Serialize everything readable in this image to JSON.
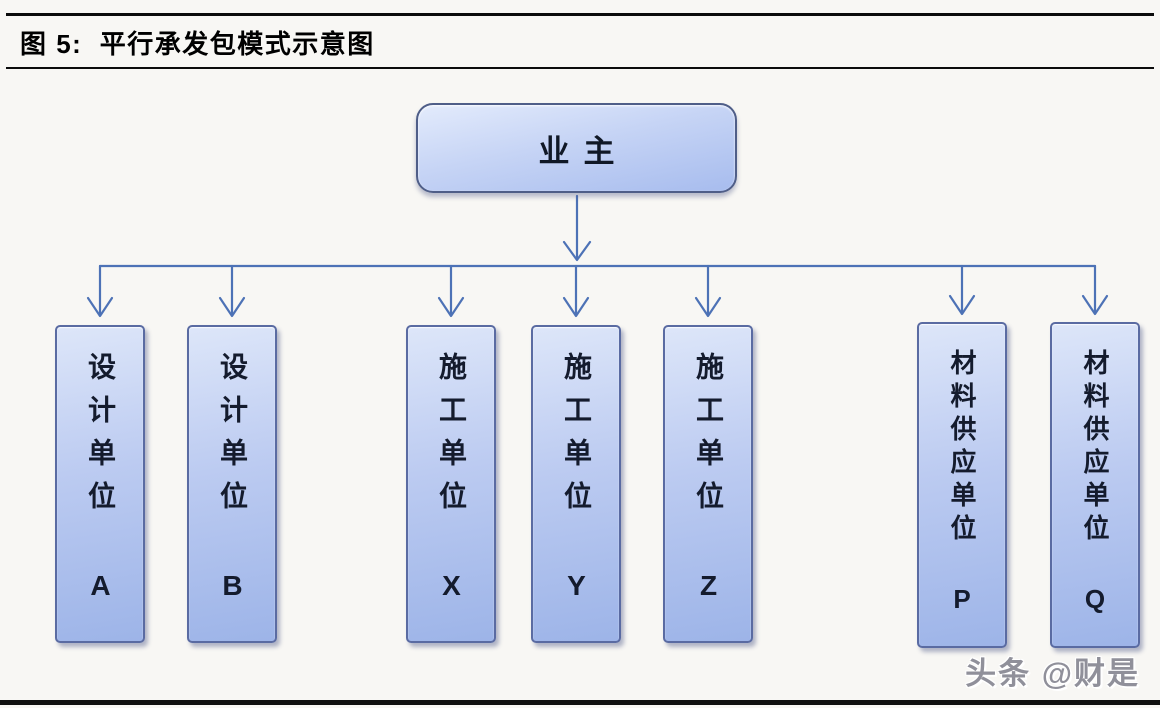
{
  "figure": {
    "title": "图 5:  平行承发包模式示意图"
  },
  "diagram": {
    "root": {
      "label": "业主"
    },
    "children": [
      {
        "label": "设计单位 A"
      },
      {
        "label": "设计单位 B"
      },
      {
        "label": "施工单位 X"
      },
      {
        "label": "施工单位 Y"
      },
      {
        "label": "施工单位 Z"
      },
      {
        "label": "材料供应单位 P"
      },
      {
        "label": "材料供应单位 Q"
      }
    ]
  },
  "watermark": {
    "text": "头条 @财是"
  },
  "colors": {
    "background": "#f8f7f4",
    "rule": "#0b0b0b",
    "connector": "#4d72b6",
    "node_border": "#5a6ba2",
    "node_fill_top": "#dde6f9",
    "node_fill_bottom": "#9db4e8",
    "node_text": "#141b2d",
    "watermark_text": "#90909a"
  }
}
